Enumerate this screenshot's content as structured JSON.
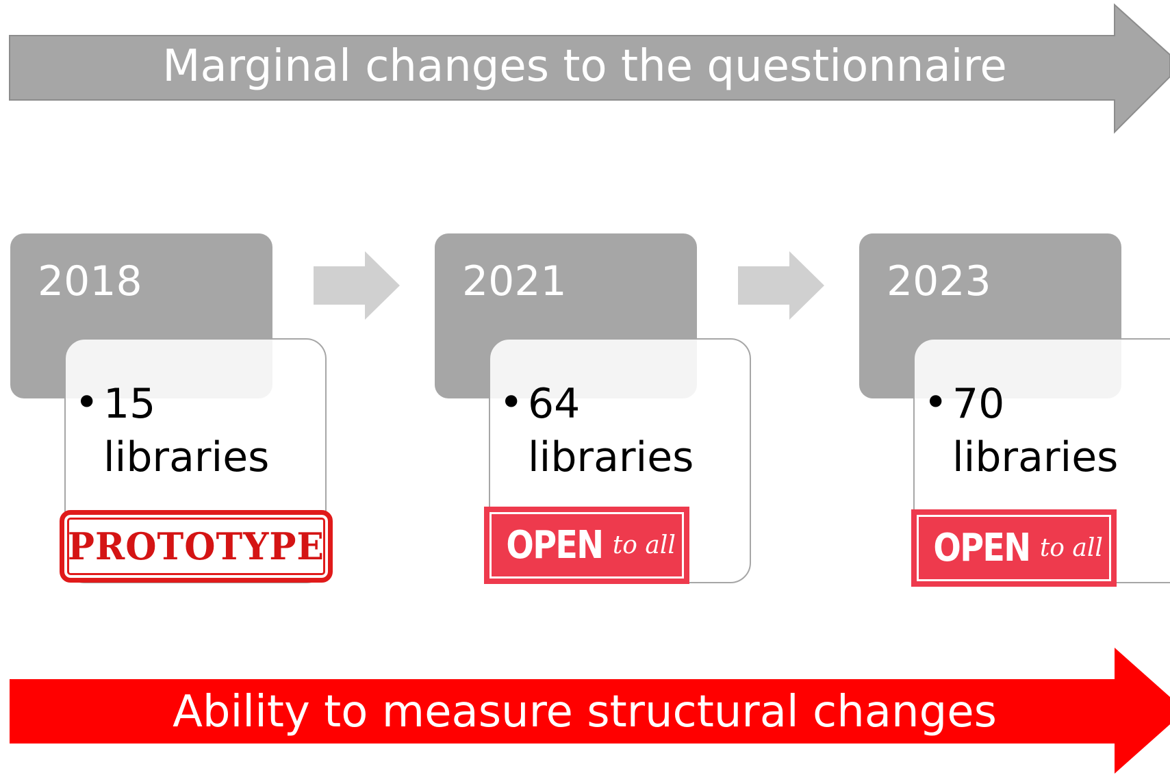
{
  "top_arrow": {
    "label": "Marginal changes to the questionnaire",
    "color": "#a6a6a6"
  },
  "bottom_arrow": {
    "label": "Ability to measure structural changes",
    "color": "#ff0000"
  },
  "timeline": [
    {
      "year": "2018",
      "count": "15",
      "unit": "libraries",
      "stamp": "PROTOTYPE"
    },
    {
      "year": "2021",
      "count": "64",
      "unit": "libraries",
      "stamp_open": "OPEN",
      "stamp_rest": "to all"
    },
    {
      "year": "2023",
      "count": "70",
      "unit": "libraries",
      "stamp_open": "OPEN",
      "stamp_rest": "to all"
    }
  ],
  "colors": {
    "year_box": "#a6a6a6",
    "step_arrow": "#d0d0d0",
    "stamp_red": "#ee3a4d"
  }
}
